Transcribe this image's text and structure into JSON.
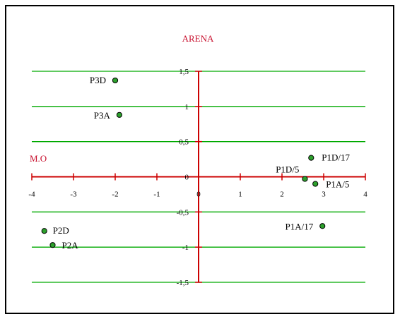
{
  "chart_data": {
    "type": "scatter",
    "title": "",
    "xlabel": "M.O",
    "ylabel": "ARENA",
    "xlim": [
      -4,
      4
    ],
    "ylim": [
      -1.5,
      1.5
    ],
    "x_ticks": [
      "-4",
      "-3",
      "-2",
      "-1",
      "0",
      "1",
      "2",
      "3",
      "4"
    ],
    "y_ticks": [
      "1,5",
      "1",
      "0,5",
      "0",
      "-0,5",
      "-1",
      "-1,5"
    ],
    "grid": "horizontal",
    "points": [
      {
        "label": "P3D",
        "x": -2.0,
        "y": 1.37
      },
      {
        "label": "P3A",
        "x": -1.9,
        "y": 0.88
      },
      {
        "label": "P1D/17",
        "x": 2.7,
        "y": 0.27
      },
      {
        "label": "P1D/5",
        "x": 2.55,
        "y": -0.03
      },
      {
        "label": "P1A/5",
        "x": 2.8,
        "y": -0.1
      },
      {
        "label": "P1A/17",
        "x": 2.97,
        "y": -0.7
      },
      {
        "label": "P2D",
        "x": -3.7,
        "y": -0.77
      },
      {
        "label": "P2A",
        "x": -3.5,
        "y": -0.97
      }
    ],
    "colors": {
      "axis": "#cc0000",
      "grid": "#00aa00",
      "marker_fill": "#2ca02c",
      "marker_edge": "#000000",
      "axis_label": "#c8102e"
    }
  }
}
